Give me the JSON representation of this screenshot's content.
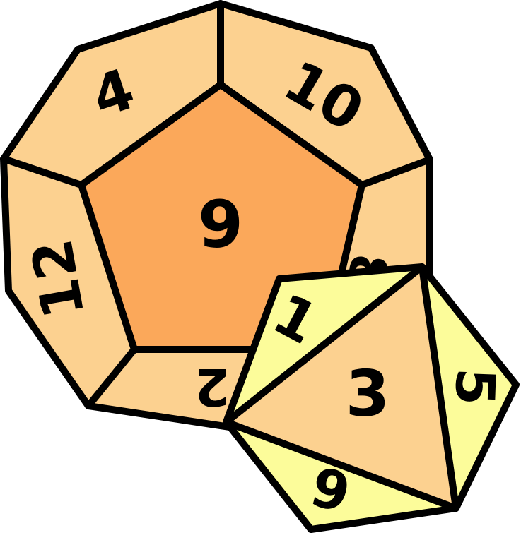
{
  "colors": {
    "outline": "#000000",
    "d12_center": "#fba85a",
    "d12_side": "#fcd190",
    "d8_center": "#fcd190",
    "d8_side": "#fcfc9a"
  },
  "d12": {
    "center": "9",
    "top_left": "4",
    "top_right": "10",
    "left": "12",
    "bottom": "2",
    "right_partial": "8"
  },
  "d8": {
    "center": "3",
    "top_left": "1",
    "right": "5",
    "bottom": "6"
  }
}
